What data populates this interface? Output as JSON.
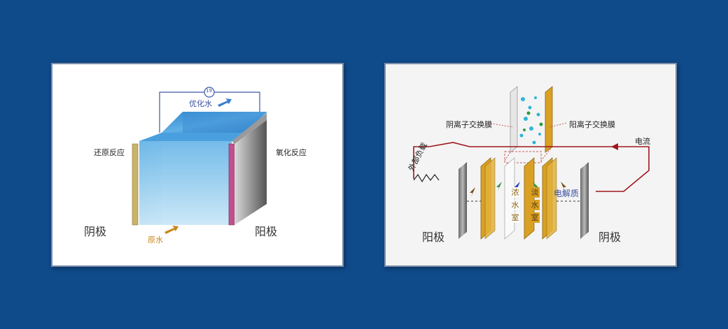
{
  "left_diagram": {
    "labels": {
      "optimized_water": "优化水",
      "raw_water": "原水",
      "reduction": "还原反应",
      "oxidation": "氧化反应",
      "cathode": "阴极",
      "anode": "阳极",
      "meter": "19"
    },
    "colors": {
      "water": "#3f95d6",
      "optimized_arrow": "#3a7fd0",
      "raw_arrow": "#c8861b",
      "wire": "#3a5aa8"
    }
  },
  "right_diagram": {
    "labels": {
      "anion_membrane": "阴离子交换膜",
      "cation_membrane": "阳离子交换膜",
      "current": "电流",
      "external_load": "外部负载",
      "electrolyte": "电解质",
      "concentrate_chamber": [
        "浓",
        "水",
        "室"
      ],
      "dilute_chamber": [
        "淡",
        "水",
        "室"
      ],
      "left_electrode": "阳极",
      "right_electrode": "阴极"
    },
    "colors": {
      "circuit": "#a0161d",
      "membrane": "#d9a023",
      "electrode": "#8b8b8b"
    }
  }
}
